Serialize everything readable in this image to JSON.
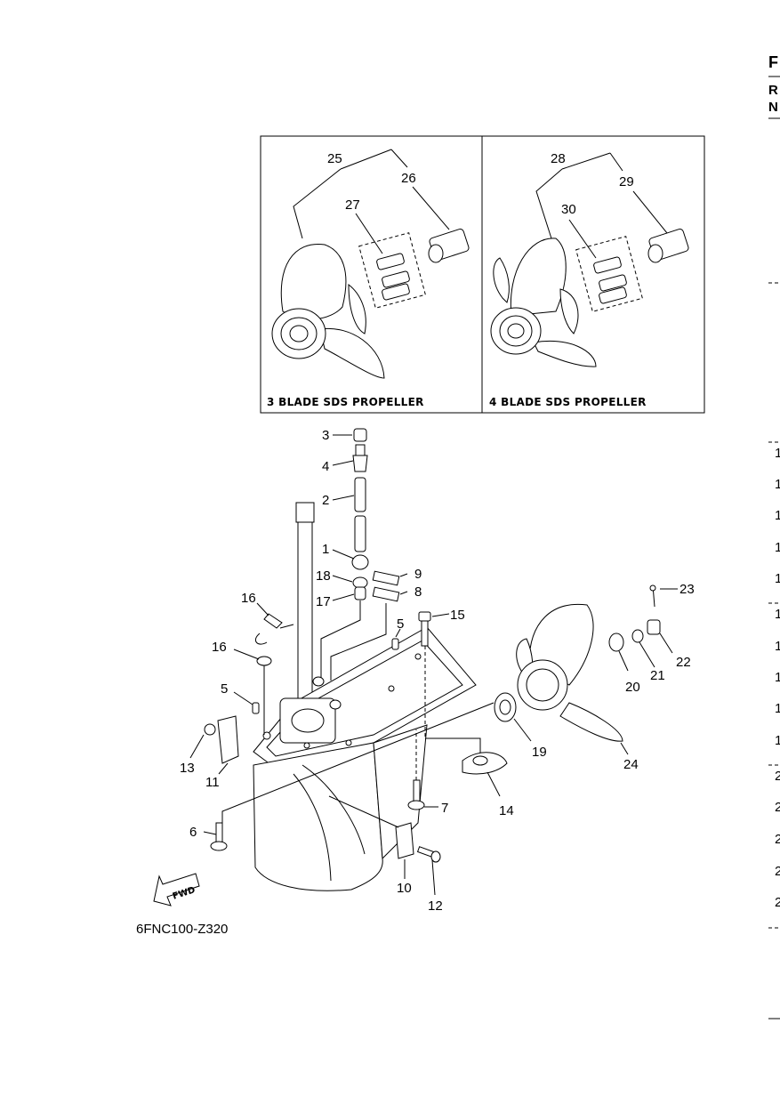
{
  "right_edge": {
    "letters": [
      "F",
      "R",
      "N"
    ],
    "numbers": [
      "1",
      "1",
      "1",
      "1",
      "1",
      "1",
      "1",
      "1",
      "1",
      "1",
      "2",
      "2",
      "2",
      "2",
      "2"
    ]
  },
  "inset": {
    "left_caption": "3 BLADE SDS PROPELLER",
    "right_caption": "4 BLADE SDS PROPELLER",
    "left_labels": [
      "25",
      "26",
      "27"
    ],
    "right_labels": [
      "28",
      "29",
      "30"
    ]
  },
  "callouts": [
    "3",
    "4",
    "2",
    "1",
    "18",
    "9",
    "8",
    "17",
    "16",
    "16",
    "5",
    "5",
    "15",
    "13",
    "11",
    "6",
    "7",
    "10",
    "12",
    "14",
    "19",
    "20",
    "21",
    "22",
    "23",
    "24"
  ],
  "diagram_code": "6FNC100-Z320",
  "fwd_label": "FWD"
}
